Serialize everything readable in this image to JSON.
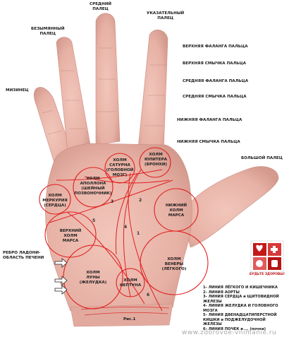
{
  "finger_labels": {
    "middle": "СРЕДНИЙ\nПАЛЕЦ",
    "index": "УКАЗАТЕЛЬНЫЙ\nПАЛЕЦ",
    "ring": "БЕЗЫМЯННЫЙ\nПАЛЕЦ",
    "little": "МИЗИНЕЦ",
    "thumb": "БОЛЬШОЙ ПАЛЕЦ"
  },
  "phalanx_labels": [
    "ВЕРХНЯЯ ФАЛАНГА ПАЛЬЦА",
    "ВЕРХНЯЯ СМЫЧКА ПАЛЬЦА",
    "СРЕДНЯЯ ФАЛАНГА ПАЛЬЦА",
    "СРЕДНЯЯ СМЫЧКА ПАЛЬЦА",
    "НИЖНЯЯ ФАЛАНГА ПАЛЬЦА",
    "НИЖНЯЯ СМЫЧКА ПАЛЬЦА"
  ],
  "mounts": {
    "jupiter": "ХОЛМ\nЮПИТЕРА\n(БРОНХИ)",
    "saturn": "ХОЛМ\nСАТУРНА\n(ГОЛОВНОЙ\nМОЗГ)",
    "apollo": "ХОЛМ\nАПОЛЛОНА\n(ШЕЙНЫЙ\nПОЗВОНОЧНИК)",
    "mercury": "ХОЛМ\nМЕРКУРИЯ\n(СЕРДЦА)",
    "upper_mars": "ВЕРХНИЙ\nХОЛМ\nМАРСА",
    "lower_mars": "НИЖНИЙ\nХОЛМ\nМАРСА",
    "venus": "ХОЛМ\nВЕНЕРЫ\n(ЛЁГКОГО)",
    "moon": "ХОЛМ\nЛУНЫ\n(ЖЕЛУДКА)",
    "neptune": "ХОЛМ\nНЕПТУНА"
  },
  "line_numbers": [
    "1",
    "2",
    "3",
    "4",
    "5",
    "6"
  ],
  "rib_label": "РЕБРО ЛАДОНИ-\nОБЛАСТЬ ПЕЧЕНИ",
  "legend": [
    "1- ЛИНИЯ ЛЁГКОГО И КИШЕЧНИКА",
    "2- ЛИНИЯ АОРТЫ",
    "3- ЛИНИЯ СЕРДЦА и ЩИТОВИДНОЙ\n   ЖЕЛЕЗЫ",
    "4- ЛИНИЯ ЖЕЛУДКА И ГОЛОВНОГО\n   МОЗГА",
    "5- ЛИНИЯ ДВЕНАДЦАТИПЕРСТНОЙ\n   КИШКИ и ПОДЖЕЛУДОЧНОЙ\n   ЖЕЛЕЗЫ",
    "6- ЛИНИЯ ПОЧЕК и ... (почки)"
  ],
  "caption": "Рис.1",
  "watermark": "www.zdorovoe-vnimanie.ru",
  "logo_text": "БУДЬТЕ ЗДОРОВЫ!",
  "colors": {
    "skin": "#e9b6aa",
    "skin_shadow": "#d4968a",
    "circle": "#e02020",
    "logo_red": "#c21a1a"
  }
}
